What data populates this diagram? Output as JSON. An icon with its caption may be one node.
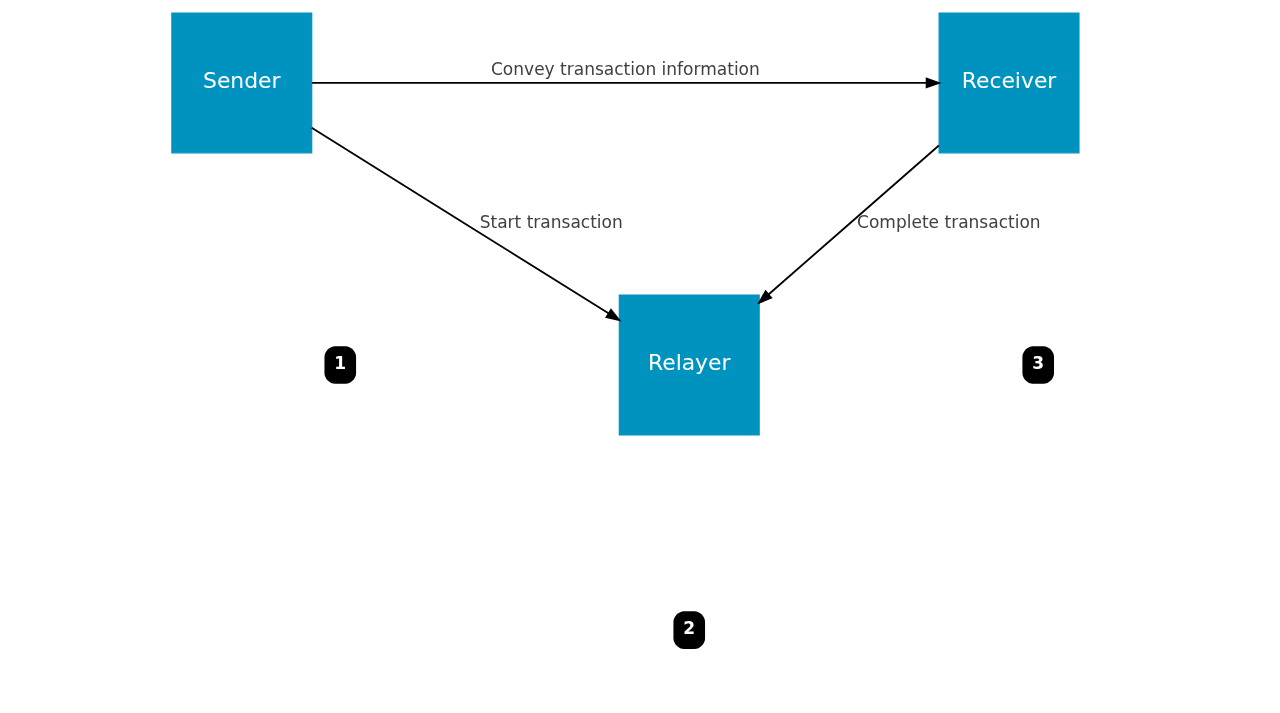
{
  "diagram": {
    "nodes": [
      {
        "text": [
          "Relayer"
        ]
      },
      {
        "text": [
          "Sender"
        ]
      },
      {
        "text": [
          "Receiver"
        ]
      }
    ],
    "edges": [
      {
        "from": 1,
        "to": 0,
        "arrow": "to",
        "label": "Start transaction"
      },
      {
        "from": 1,
        "to": 2,
        "arrow": "to",
        "label": "Convey transaction information"
      },
      {
        "from": 2,
        "to": 0,
        "arrow": "to",
        "label": "Complete transaction"
      }
    ],
    "labels": [
      "1",
      "2",
      "3"
    ]
  }
}
